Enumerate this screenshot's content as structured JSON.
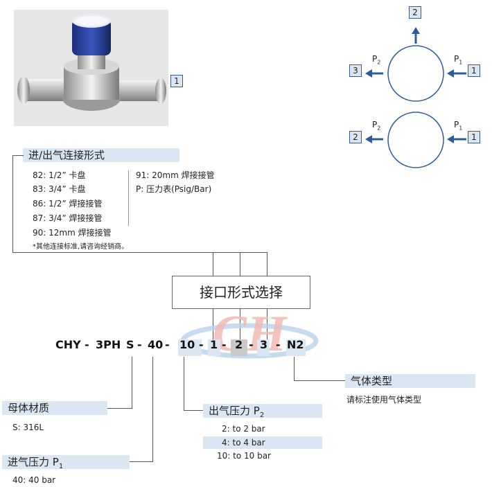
{
  "callout_photo": "1",
  "flow_diagram": {
    "top": {
      "out_top": "2",
      "out_left": "3",
      "in_right": "1",
      "p_left": "P",
      "p_left_sub": "2",
      "p_right": "P",
      "p_right_sub": "1"
    },
    "bottom": {
      "out_left": "2",
      "in_right": "1",
      "p_left": "P",
      "p_left_sub": "2",
      "p_right": "P",
      "p_right_sub": "1"
    }
  },
  "connection": {
    "title": "进/出气连接形式",
    "left_items": [
      "82:  1/2” 卡盘",
      "83:  3/4” 卡盘",
      "86:  1/2” 焊接接管",
      "87:  3/4” 焊接接管",
      "90:  12mm 焊接接管"
    ],
    "right_items": [
      "91:  20mm 焊接接管",
      "P:  压力表(Psig/Bar)"
    ],
    "note": "*其他连接标准,请咨询经销商。"
  },
  "interface_box": "接口形式选择",
  "code": {
    "parts": [
      "CHY",
      "-",
      "3PH",
      "S",
      "-",
      "40",
      "-",
      "10",
      "-",
      "1",
      "-",
      "2",
      "-",
      "3",
      "-",
      "N2"
    ]
  },
  "gas_type": {
    "title": "气体类型",
    "desc": "请标注使用气体类型"
  },
  "body_material": {
    "title": "母体材质",
    "item": "S:  316L"
  },
  "outlet_pressure": {
    "title": "出气压力 P",
    "title_sub": "2",
    "items": [
      "2:  to 2 bar",
      "4:  to 4 bar",
      "10:  to 10 bar"
    ]
  },
  "inlet_pressure": {
    "title": "进气压力 P",
    "title_sub": "1",
    "item": "40:  40 bar"
  },
  "colors": {
    "band": "#dbe6f3",
    "arrow": "#2f5b9a",
    "circle": "#2f5b9a"
  }
}
